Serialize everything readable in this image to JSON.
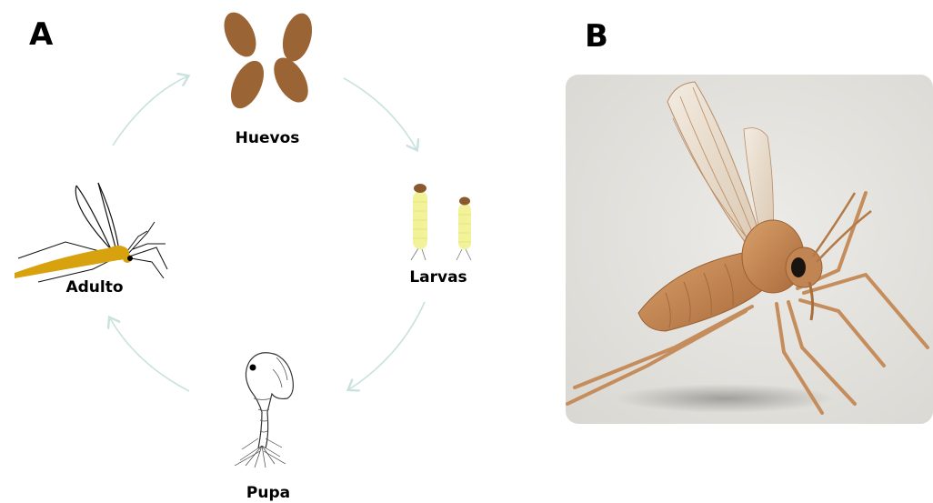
{
  "panels": {
    "a_label": "A",
    "b_label": "B"
  },
  "lifecycle": {
    "stages": [
      {
        "key": "eggs",
        "label": "Huevos"
      },
      {
        "key": "larvae",
        "label": "Larvas"
      },
      {
        "key": "pupa",
        "label": "Pupa"
      },
      {
        "key": "adult",
        "label": "Adulto"
      }
    ]
  },
  "colors": {
    "egg": "#9B6434",
    "larva": "#F2F29A",
    "larva_head": "#8A5A2E",
    "adult_body": "#D8A10E",
    "arrow": "#C9E2DD",
    "photo_bg": "#E3E2DE",
    "fly_body": "#C98E5B"
  },
  "icons": {
    "eggs": "eggs-icon",
    "larvae": "larvae-icon",
    "pupa": "pupa-icon",
    "adult": "adult-sandfly-icon",
    "photo": "sandfly-illustration"
  }
}
